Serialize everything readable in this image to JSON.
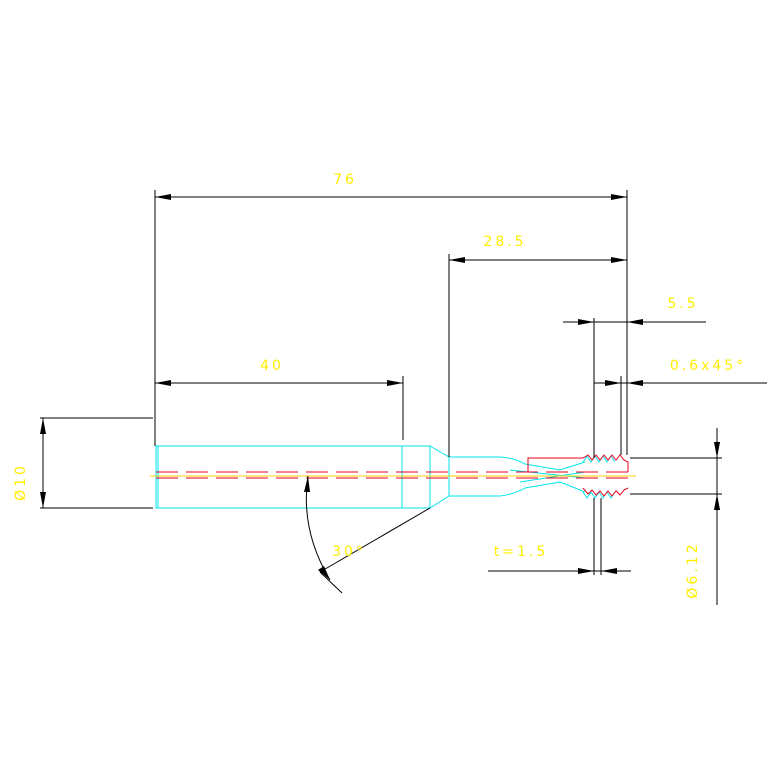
{
  "dimensions": {
    "overall_length": "76",
    "reduced_length": "28.5",
    "tip_length": "5.5",
    "chamfer": "0.6x45°",
    "shank_length": "40",
    "shank_diameter": "Ø10",
    "angle": "30°",
    "thread_pitch": "t=1.5",
    "thread_diameter": "Ø6.12"
  },
  "colors": {
    "background": "#ffffff",
    "dimension_lines": "#000000",
    "dimension_text": "#ffee00",
    "part_outline": "#00e5ee",
    "thread_profile": "#e8001c",
    "center_line": "#ffcc00"
  }
}
